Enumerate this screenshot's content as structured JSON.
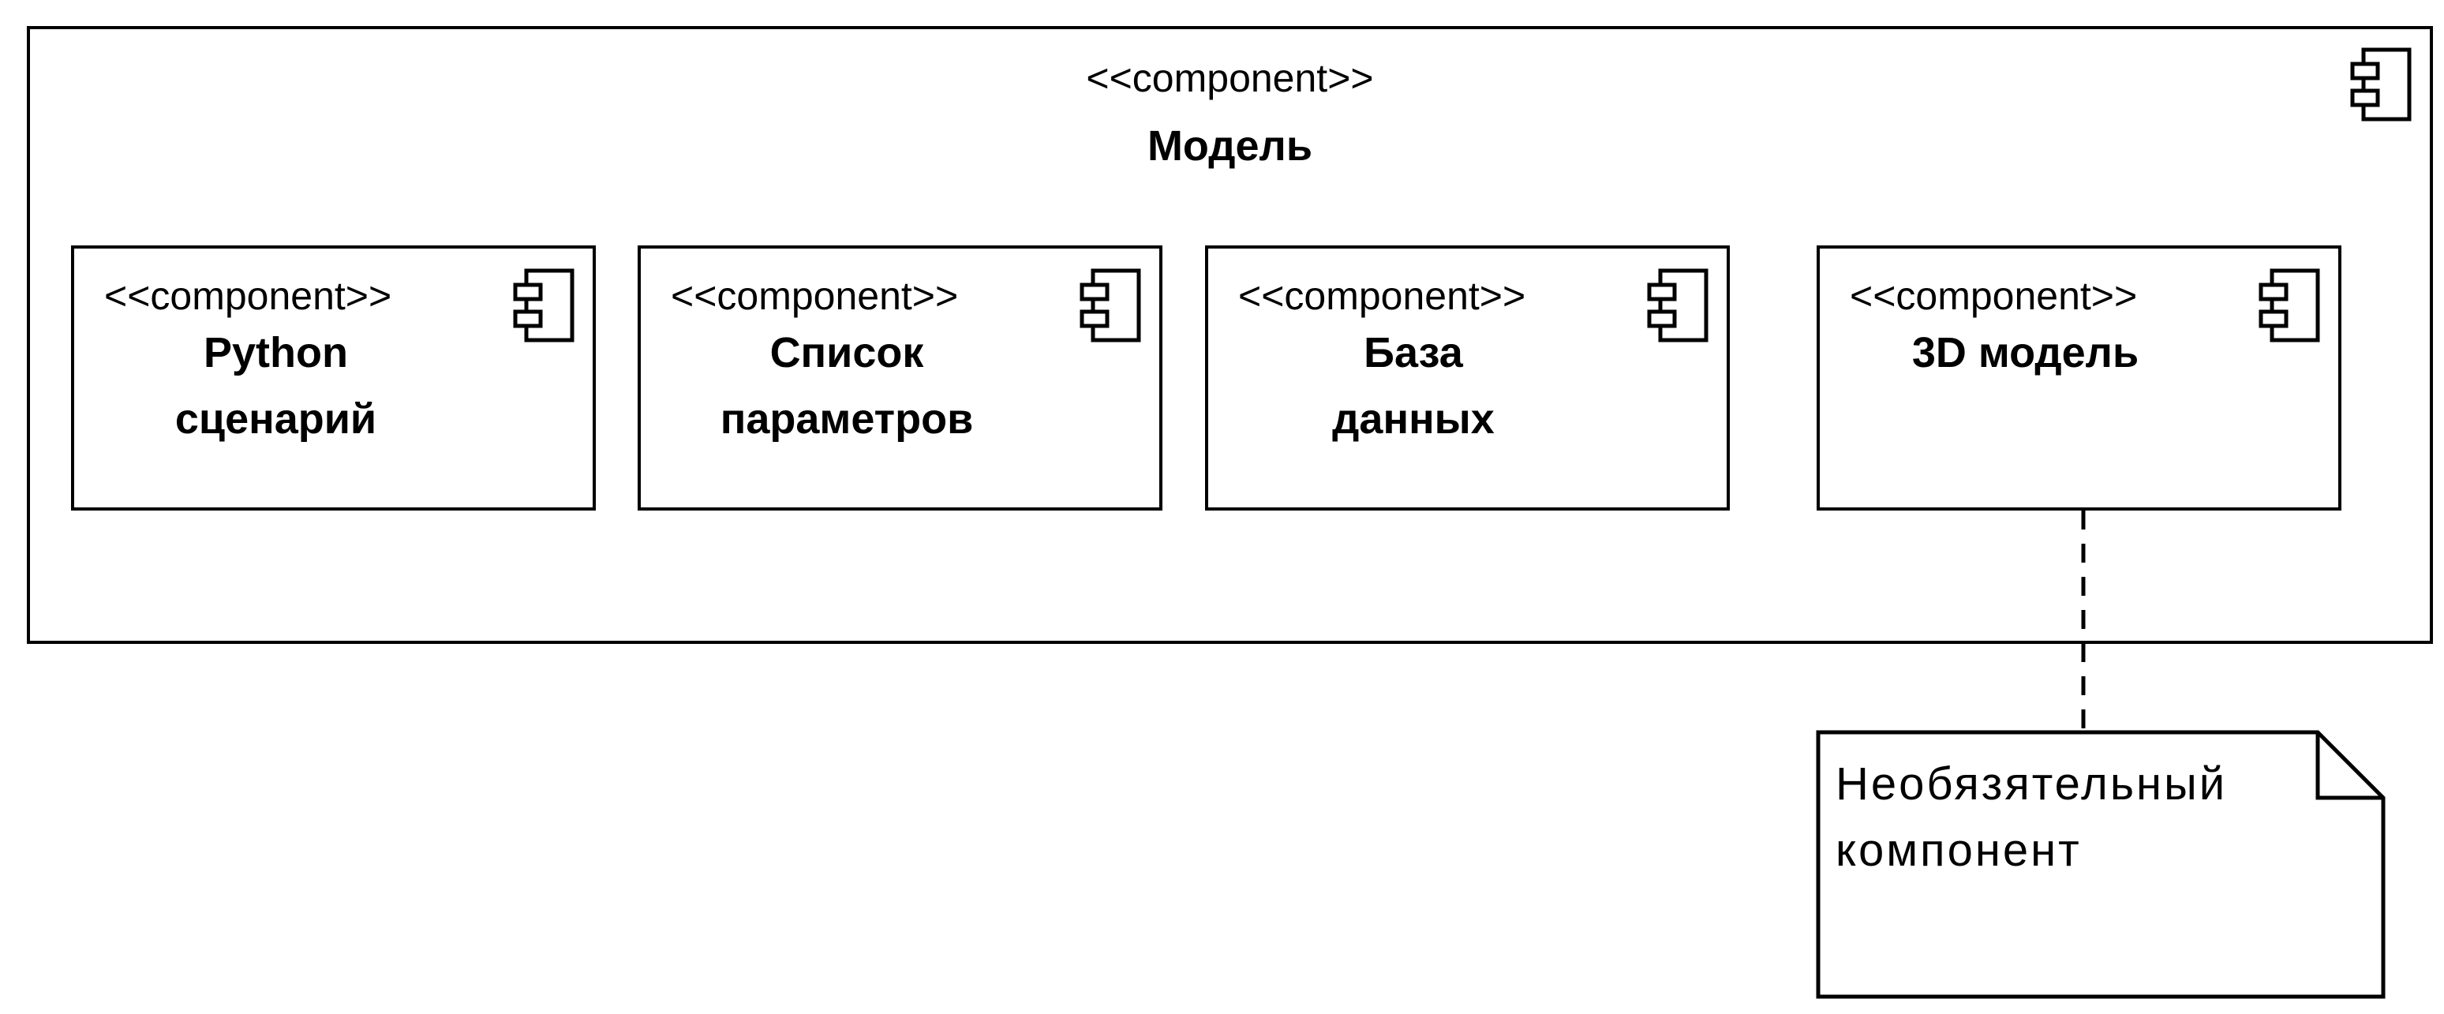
{
  "outer_component": {
    "stereotype": "<<component>>",
    "name": "Модель"
  },
  "components": [
    {
      "stereotype": "<<component>>",
      "name": "Python\nсценарий"
    },
    {
      "stereotype": "<<component>>",
      "name": "Список\nпараметров"
    },
    {
      "stereotype": "<<component>>",
      "name": "База\nданных"
    },
    {
      "stereotype": "<<component>>",
      "name": "3D модель"
    }
  ],
  "note": {
    "text": "Необязятельный\nкомпонент"
  },
  "icons": {
    "component": "component-icon"
  },
  "colors": {
    "stroke": "#000000",
    "background": "#ffffff"
  }
}
